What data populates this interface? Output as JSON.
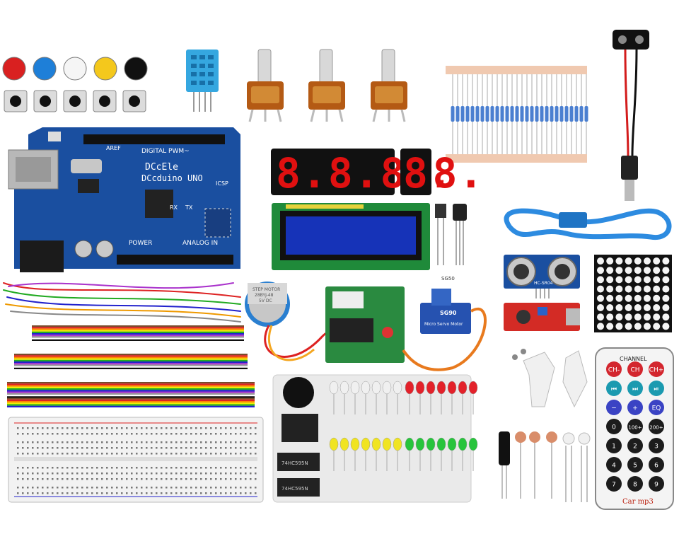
{
  "arduino": {
    "brand": "DCcEle",
    "model": "DCcduino UNO",
    "top_label": "DIGITAL PWM~",
    "power_label": "POWER",
    "analog_label": "ANALOG IN",
    "icsp_label": "ICSP",
    "aref_label": "AREF",
    "tx_label": "TX",
    "rx_label": "RX"
  },
  "seven_segment": {
    "text": "8.8.8.8.",
    "single": "8."
  },
  "stepper": {
    "line1": "STEP MOTOR",
    "line2": "28BYJ-48",
    "line3": "5V DC"
  },
  "servo": {
    "brand": "SG90",
    "caption": "Micro Servo Motor"
  },
  "chips": [
    "74HC595N",
    "74HC595N"
  ],
  "remote": {
    "header": "CHANNEL",
    "buttons": [
      "CH-",
      "CH",
      "CH+",
      "⏮",
      "⏭",
      "⏯",
      "−",
      "+",
      "EQ",
      "0",
      "100+",
      "200+",
      "1",
      "2",
      "3",
      "4",
      "5",
      "6",
      "7",
      "8",
      "9"
    ],
    "brand": "Car mp3"
  },
  "sensor_labels": {
    "ultrasonic": "HC-SR04",
    "tilt": "SG50"
  },
  "colors": {
    "button_caps": [
      "#d92020",
      "#1e7fd8",
      "#f5f5f5",
      "#f4c81c",
      "#111111"
    ],
    "board_blue": "#1a4fa0",
    "lcd_green": "#1f8a3a",
    "lcd_screen": "#1633b8",
    "seven_seg_red": "#e01010",
    "led_red": "#e3212a",
    "led_yellow": "#f0e421",
    "led_green": "#27c43c"
  }
}
